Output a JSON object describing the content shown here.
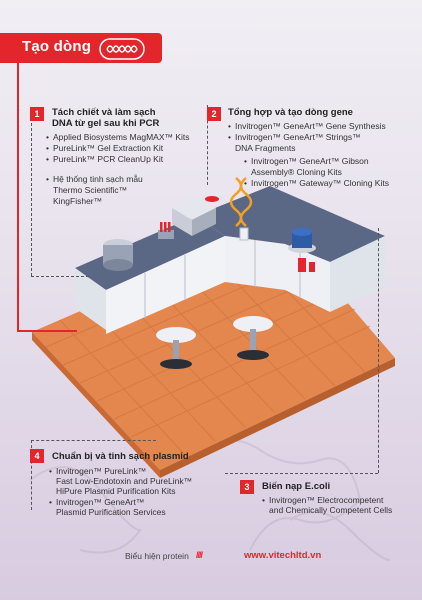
{
  "header": {
    "title": "Tạo dòng"
  },
  "sections": [
    {
      "number": "1",
      "title_line1": "Tách chiết và làm sạch",
      "title_line2": "DNA từ gel sau khi PCR",
      "items": [
        "Applied Biosystems MagMAX™ Kits",
        "PureLink™ Gel Extraction Kit",
        "PureLink™ PCR CleanUp Kit"
      ],
      "sub_items": [
        "Hệ thống tinh sạch mẫu",
        "Thermo Scientific™",
        "KingFisher™"
      ]
    },
    {
      "number": "2",
      "title": "Tổng hợp và tạo dòng gene",
      "items": [
        "Invitrogen™ GeneArt™ Gene Synthesis",
        "Invitrogen™ GeneArt™ Strings™",
        "DNA Fragments"
      ],
      "sub_items": [
        "Invitrogen™ GeneArt™ Gibson",
        "Assembly® Cloning Kits",
        "Invitrogen™ Gateway™ Cloning Kits"
      ]
    },
    {
      "number": "3",
      "title": "Biến nạp E.coli",
      "items": [
        "Invitrogen™ Electrocompetent",
        "and Chemically Competent Cells"
      ]
    },
    {
      "number": "4",
      "title": "Chuẩn bị và tinh sạch plasmid",
      "items": [
        "Invitrogen™ PureLink™",
        "Fast Low-Endotoxin and PureLink™",
        "HiPure Plasmid Purification Kits",
        "Invitrogen™ GeneArt™",
        "Plasmid Purification Services"
      ]
    }
  ],
  "footer": {
    "label": "Biểu hiện protein",
    "slashes": "////",
    "url": "www.vitechltd.vn"
  },
  "colors": {
    "accent": "#e3262c",
    "counter": "#4a5a7a",
    "floor": "#e0824a"
  }
}
